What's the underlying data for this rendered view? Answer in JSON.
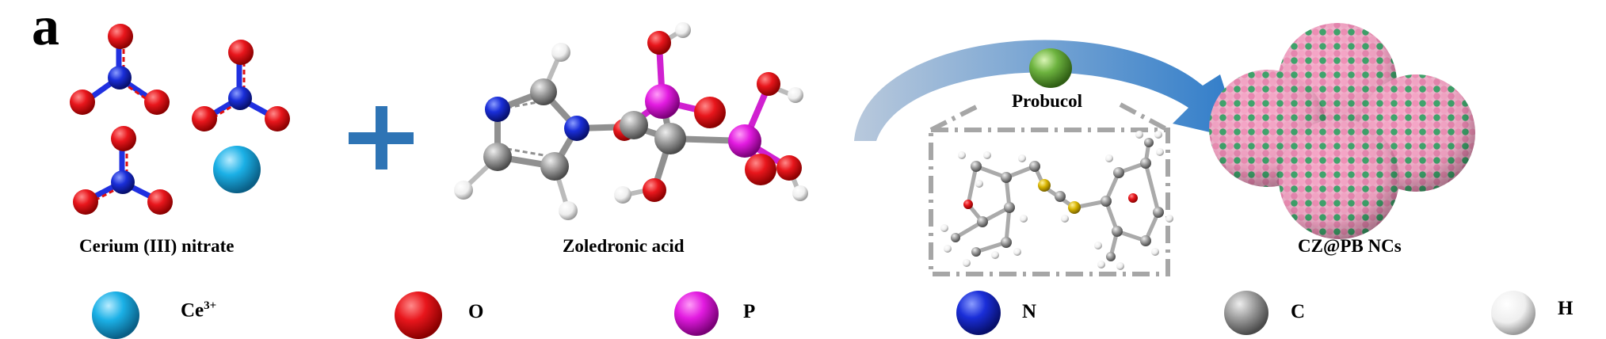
{
  "panel_label": "a",
  "captions": {
    "cerium_nitrate": "Cerium (III) nitrate",
    "zoledronic_acid": "Zoledronic acid",
    "probucol": "Probucol",
    "product": "CZ@PB NCs"
  },
  "legend": {
    "items": [
      {
        "label": "Ce",
        "sup": "3+",
        "color": "#1bb0e6"
      },
      {
        "label": "O",
        "color": "#e8161c"
      },
      {
        "label": "P",
        "color": "#e21be0"
      },
      {
        "label": "N",
        "color": "#1a2ed8"
      },
      {
        "label": "C",
        "color": "#8c8c8c"
      },
      {
        "label": "H",
        "color": "#f2f2f2"
      }
    ]
  },
  "colors": {
    "plus": "#2e74b5",
    "arrow": "#3a7fc4",
    "dash_box": "#a6a6a6",
    "probucol_sphere": "#6db33f",
    "nc_pink": "#f08fb6",
    "nc_green": "#3fa36b"
  }
}
